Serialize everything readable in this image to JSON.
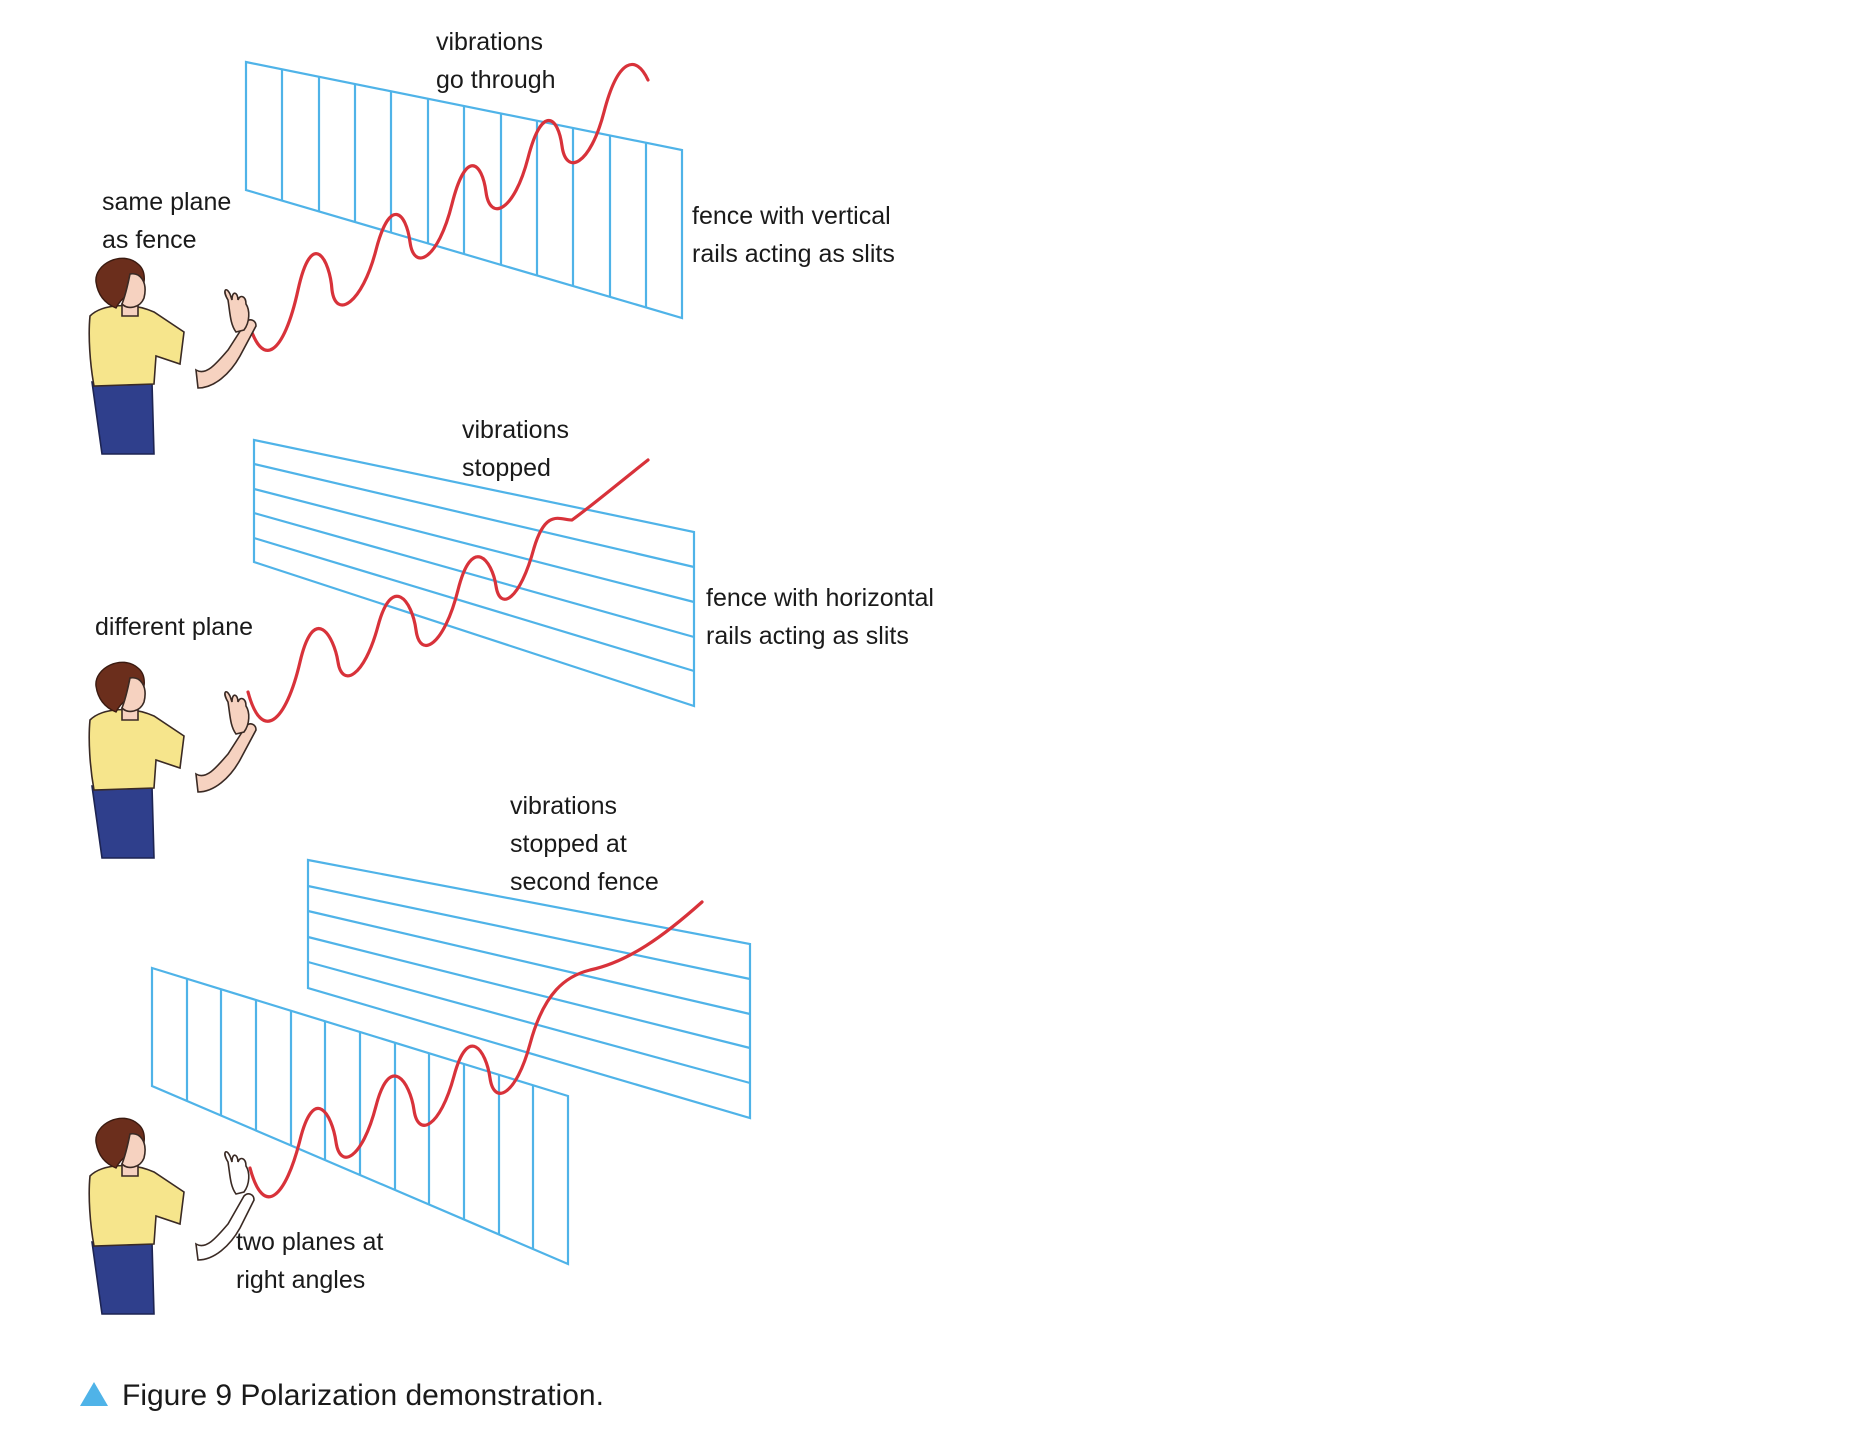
{
  "panels": [
    {
      "labels": {
        "top_line1": "vibrations",
        "top_line2": "go through",
        "left_line1": "same plane",
        "left_line2": "as fence",
        "right_line1": "fence with vertical",
        "right_line2": "rails acting as slits"
      }
    },
    {
      "labels": {
        "top_line1": "vibrations",
        "top_line2": "stopped",
        "left_line1": "different plane",
        "right_line1": "fence with horizontal",
        "right_line2": "rails acting as slits"
      }
    },
    {
      "labels": {
        "top_line1": "vibrations",
        "top_line2": "stopped at",
        "top_line3": "second fence",
        "bottom_line1": "two planes at",
        "bottom_line2": "right angles"
      }
    }
  ],
  "caption": {
    "text": "Figure 9 Polarization demonstration."
  },
  "colors": {
    "fence": "#4fb3e8",
    "wave": "#d8323a",
    "shirt": "#f6e58c",
    "pants": "#2f3f8c",
    "hair": "#6b2e1c",
    "caption_marker": "#4fb3e8"
  }
}
